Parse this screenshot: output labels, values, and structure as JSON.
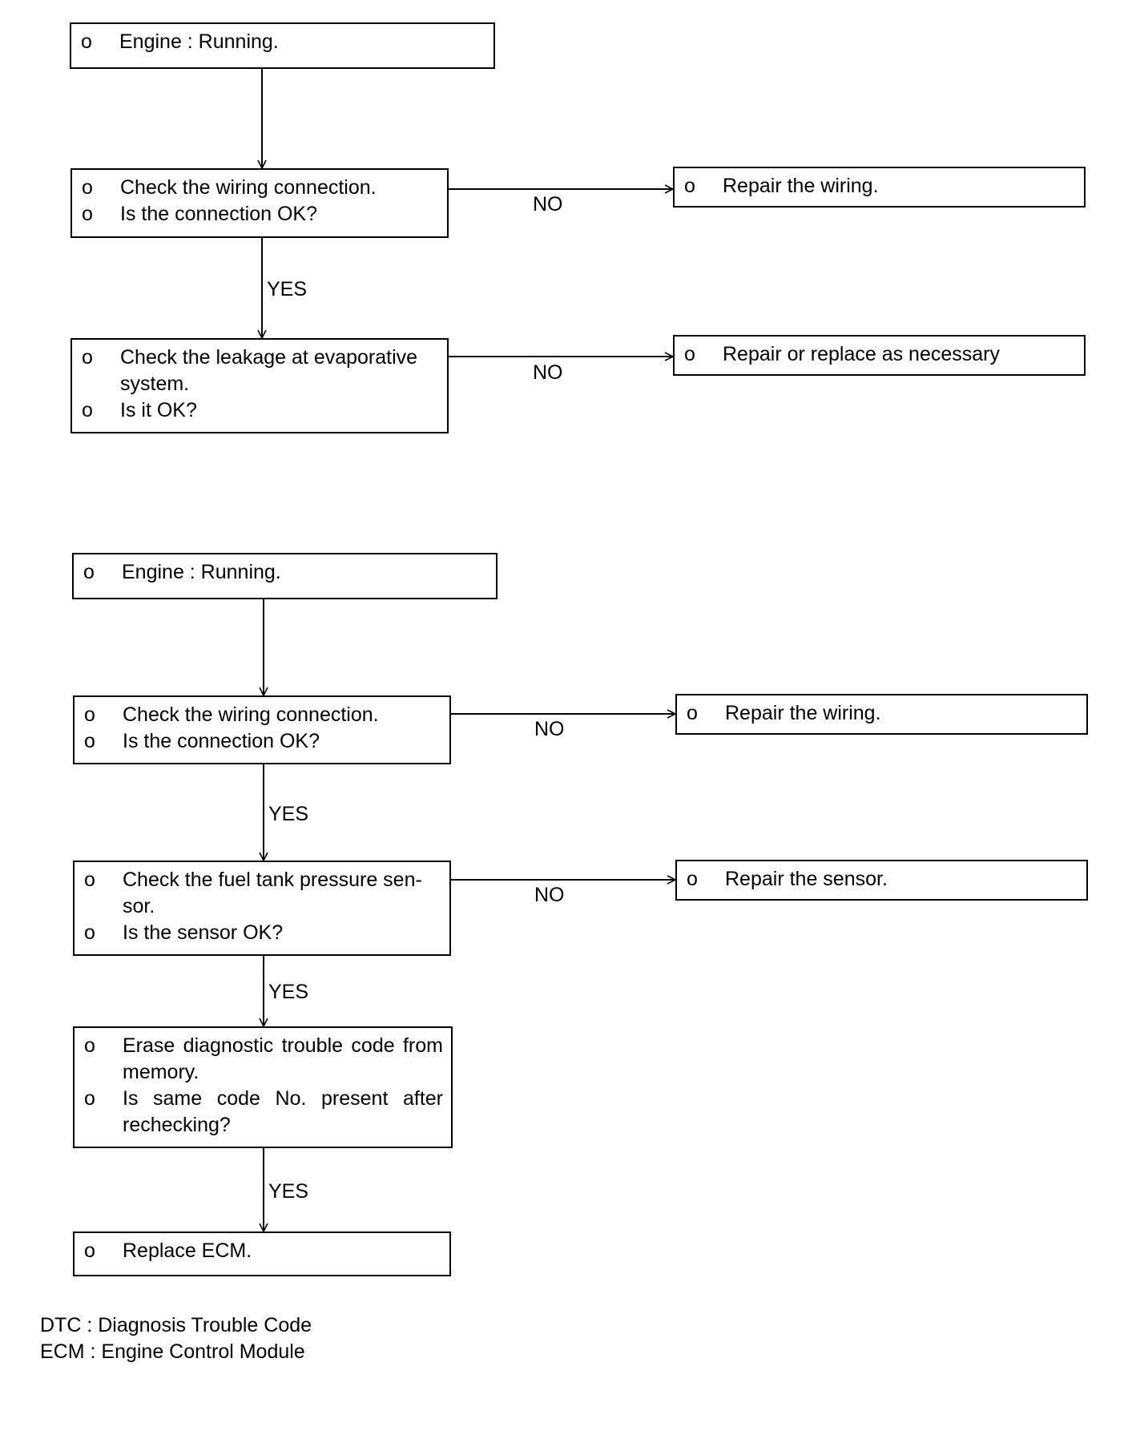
{
  "chart1": {
    "start": {
      "bullet": "o",
      "text": "Engine : Running."
    },
    "check_wiring": {
      "items": [
        {
          "bullet": "o",
          "text": "Check the wiring connection."
        },
        {
          "bullet": "o",
          "text": "Is the connection OK?"
        }
      ]
    },
    "repair_wiring": {
      "bullet": "o",
      "text": "Repair the wiring."
    },
    "check_leakage": {
      "items": [
        {
          "bullet": "o",
          "text": "Check the leakage at evaporative system."
        },
        {
          "bullet": "o",
          "text": "Is it OK?"
        }
      ]
    },
    "repair_replace": {
      "bullet": "o",
      "text": "Repair or replace as necessary"
    },
    "labels": {
      "no1": "NO",
      "yes1": "YES",
      "no2": "NO"
    }
  },
  "chart2": {
    "start": {
      "bullet": "o",
      "text": "Engine : Running."
    },
    "check_wiring": {
      "items": [
        {
          "bullet": "o",
          "text": "Check the wiring connection."
        },
        {
          "bullet": "o",
          "text": "Is the connection OK?"
        }
      ]
    },
    "repair_wiring": {
      "bullet": "o",
      "text": "Repair the wiring."
    },
    "check_sensor": {
      "items": [
        {
          "bullet": "o",
          "text": "Check the fuel tank pressure sen-sor."
        },
        {
          "bullet": "o",
          "text": "Is the sensor OK?"
        }
      ]
    },
    "repair_sensor": {
      "bullet": "o",
      "text": "Repair the sensor."
    },
    "erase_dtc": {
      "items": [
        {
          "bullet": "o",
          "text": "Erase diagnostic trouble code from memory."
        },
        {
          "bullet": "o",
          "text": "Is same code No. present after rechecking?"
        }
      ]
    },
    "replace_ecm": {
      "bullet": "o",
      "text": "Replace ECM."
    },
    "labels": {
      "no1": "NO",
      "yes1": "YES",
      "no2": "NO",
      "yes2": "YES",
      "yes3": "YES"
    }
  },
  "legend": {
    "dtc": "DTC : Diagnosis Trouble Code",
    "ecm": "ECM : Engine Control Module"
  }
}
